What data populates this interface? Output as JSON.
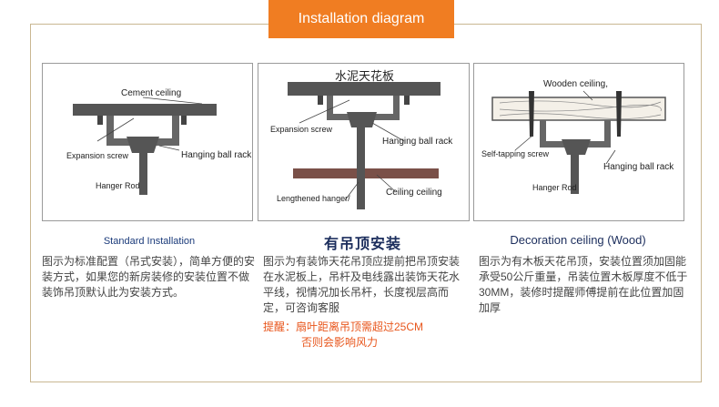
{
  "header": {
    "title": "Installation diagram"
  },
  "panels": [
    {
      "labels": {
        "ceiling": "Cement ceiling",
        "screw": "Expansion screw",
        "rack": "Hanging ball rack",
        "rod": "Hanger Rod"
      },
      "caption": "Standard Installation",
      "description": "图示为标准配置（吊式安装），简单方便的安装方式，如果您的新房装修的安装位置不做装饰吊顶默认此为安装方式。"
    },
    {
      "labels": {
        "ceiling": "水泥天花板",
        "screw": "Expansion screw",
        "rack": "Hanging ball rack",
        "hanger": "Lengthened hanger/",
        "ceiling2": "Ceiling ceiling"
      },
      "caption": "有吊顶安装",
      "description": "图示为有装饰天花吊顶应提前把吊顶安装在水泥板上，吊杆及电线露出装饰天花水平线，视情况加长吊杆，长度视层高而定，可咨询客服",
      "warning_line1": "提醒：扇叶距离吊顶需超过25CM",
      "warning_line2": "否则会影响风力"
    },
    {
      "labels": {
        "ceiling": "Wooden ceiling,",
        "screw": "Self-tapping screw",
        "rack": "Hanging ball rack",
        "rod": "Hanger Rod"
      },
      "caption": "Decoration ceiling (Wood)",
      "description": "图示为有木板天花吊顶，安装位置须加固能承受50公斤重量，吊装位置木板厚度不低于30MM，装修时提醒师傅提前在此位置加固加厚"
    }
  ],
  "colors": {
    "accent": "#f07d22",
    "frame": "#c9b792",
    "steel": "#555555",
    "wood_band": "#7a5048",
    "caption": "#1b2d5c",
    "warning": "#e8561c"
  }
}
